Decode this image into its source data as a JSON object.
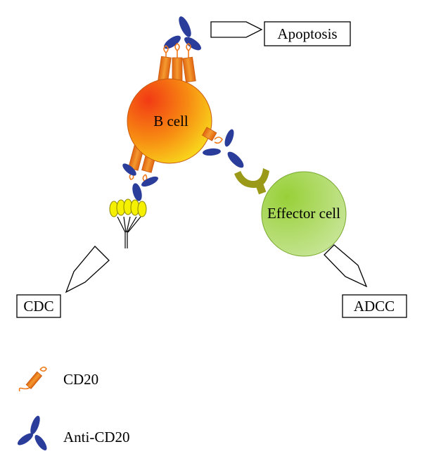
{
  "labels": {
    "apoptosis": "Apoptosis",
    "b_cell": "B cell",
    "effector_cell": "Effector cell",
    "cdc": "CDC",
    "adcc": "ADCC"
  },
  "legend": {
    "cd20": "CD20",
    "anti_cd20": "Anti-CD20"
  },
  "colors": {
    "cd20": "#f07a1a",
    "antibody": "#2b3d9a",
    "complement": "#f5f000",
    "fc_receptor": "#9a9a18",
    "effector": "#a6d84a"
  }
}
